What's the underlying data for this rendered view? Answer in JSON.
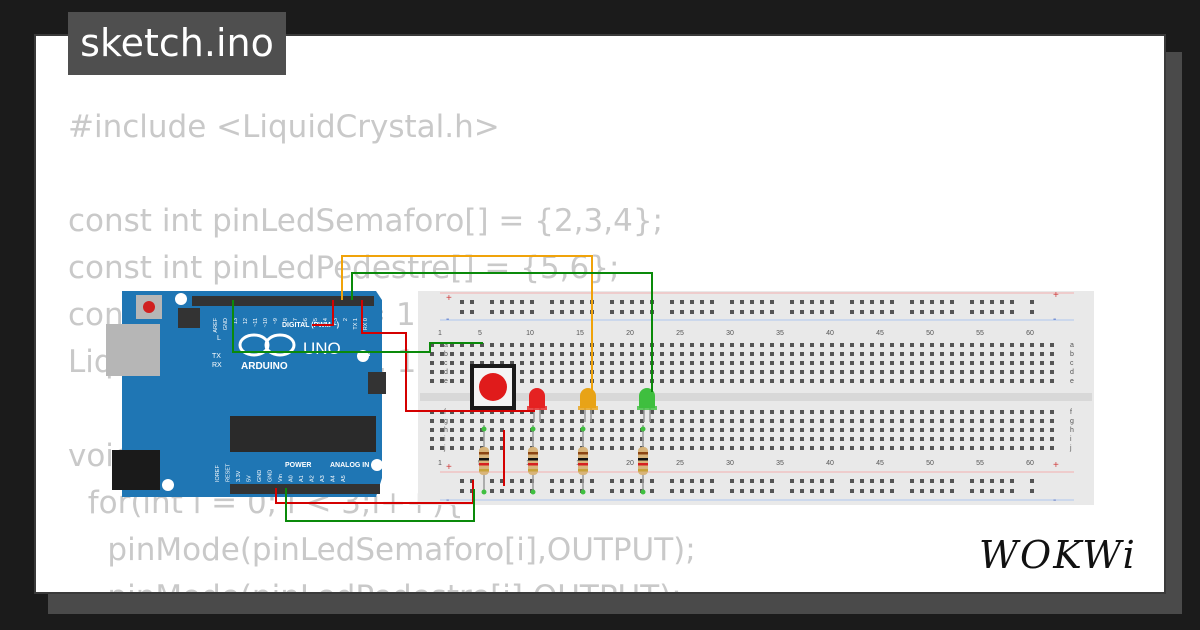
{
  "file_tab": {
    "label": "sketch.ino"
  },
  "code_lines": [
    "#include <LiquidCrystal.h>",
    "",
    "const int pinLedSemaforo[] = {2,3,4};",
    "const int pinLedPedestre[] = {5,6};",
    "const int pinBotao = 13;",
    "LiquidCrystal lcd(12, 11, 10, 9, 8, 7);",
    "",
    "void setup(){",
    "  for(int i = 0; i < 3;i++){",
    "    pinMode(pinLedSemaforo[i],OUTPUT);",
    "    pinMode(pinLedPedestre[i],OUTPUT);"
  ],
  "arduino": {
    "brand": "ARDUINO",
    "model": "UNO",
    "digital_label": "DIGITAL (PWM ~)",
    "power_label": "POWER",
    "analog_label": "ANALOG IN",
    "led_labels": [
      "L",
      "TX",
      "RX",
      "ON"
    ],
    "top_pins": [
      "AREF",
      "GND",
      "13",
      "12",
      "~11",
      "~10",
      "~9",
      "8",
      "7",
      "~6",
      "~5",
      "4",
      "~3",
      "2",
      "TX 1",
      "RX 0"
    ],
    "bottom_pins": [
      "IOREF",
      "RESET",
      "3.3V",
      "5V",
      "GND",
      "GND",
      "Vin",
      "A0",
      "A1",
      "A2",
      "A3",
      "A4",
      "A5"
    ]
  },
  "breadboard": {
    "column_numbers": [
      "1",
      "5",
      "10",
      "15",
      "20",
      "25",
      "30",
      "35",
      "40",
      "45",
      "50",
      "55",
      "60"
    ],
    "row_letters_top": [
      "a",
      "b",
      "c",
      "d",
      "e"
    ],
    "row_letters_bottom": [
      "f",
      "g",
      "h",
      "i",
      "j"
    ],
    "plus_sign": "+",
    "minus_sign": "-"
  },
  "leds": [
    {
      "color_name": "red",
      "color": "#e52222"
    },
    {
      "color_name": "yellow",
      "color": "#e8a317"
    },
    {
      "color_name": "green",
      "color": "#3fbf3f"
    }
  ],
  "button": {
    "cap_color": "#e01b1b"
  },
  "wire_colors": {
    "red": "#d40000",
    "orange": "#f0a30a",
    "green": "#0a8a0a"
  },
  "brand_logo": {
    "text": "WOKWi"
  }
}
